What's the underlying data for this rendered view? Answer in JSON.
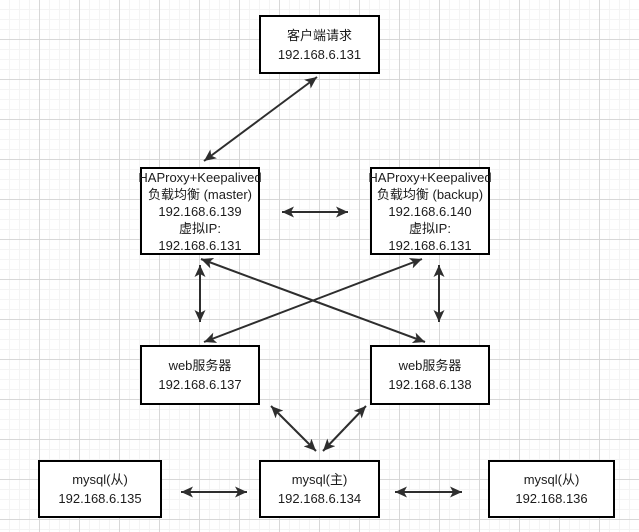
{
  "diagram": {
    "nodes": {
      "client": {
        "lines": [
          "客户端请求",
          "192.168.6.131"
        ]
      },
      "haproxy_master": {
        "lines": [
          "HAProxy+Keepalived",
          "负载均衡 (master)",
          "192.168.6.139",
          "虚拟IP:",
          "192.168.6.131"
        ]
      },
      "haproxy_backup": {
        "lines": [
          "HAProxy+Keepalived",
          "负载均衡 (backup)",
          "192.168.6.140",
          "虚拟IP:",
          "192.168.6.131"
        ]
      },
      "web_server_1": {
        "lines": [
          "web服务器",
          "192.168.6.137"
        ]
      },
      "web_server_2": {
        "lines": [
          "web服务器",
          "192.168.6.138"
        ]
      },
      "mysql_slave_1": {
        "lines": [
          "mysql(从)",
          "192.168.6.135"
        ]
      },
      "mysql_master": {
        "lines": [
          "mysql(主)",
          "192.168.6.134"
        ]
      },
      "mysql_slave_2": {
        "lines": [
          "mysql(从)",
          "192.168.136"
        ]
      }
    },
    "edges": [
      {
        "from": "client",
        "to": "haproxy_master",
        "style": "bidirectional"
      },
      {
        "from": "haproxy_master",
        "to": "haproxy_backup",
        "style": "bidirectional"
      },
      {
        "from": "haproxy_master",
        "to": "web_server_1",
        "style": "bidirectional"
      },
      {
        "from": "haproxy_backup",
        "to": "web_server_2",
        "style": "bidirectional"
      },
      {
        "from": "haproxy_master",
        "to": "web_server_2",
        "style": "bidirectional"
      },
      {
        "from": "haproxy_backup",
        "to": "web_server_1",
        "style": "bidirectional"
      },
      {
        "from": "web_server_1",
        "to": "mysql_master",
        "style": "bidirectional"
      },
      {
        "from": "web_server_2",
        "to": "mysql_master",
        "style": "bidirectional"
      },
      {
        "from": "mysql_slave_1",
        "to": "mysql_master",
        "style": "bidirectional"
      },
      {
        "from": "mysql_master",
        "to": "mysql_slave_2",
        "style": "bidirectional"
      }
    ],
    "colors": {
      "node_border": "#000000",
      "node_fill": "#ffffff",
      "arrow": "#2e2e2e",
      "text": "#1c1c1c",
      "grid_major": "#d8d8d8",
      "grid_minor": "#f4f4f4",
      "canvas_bg": "#ffffff"
    }
  }
}
